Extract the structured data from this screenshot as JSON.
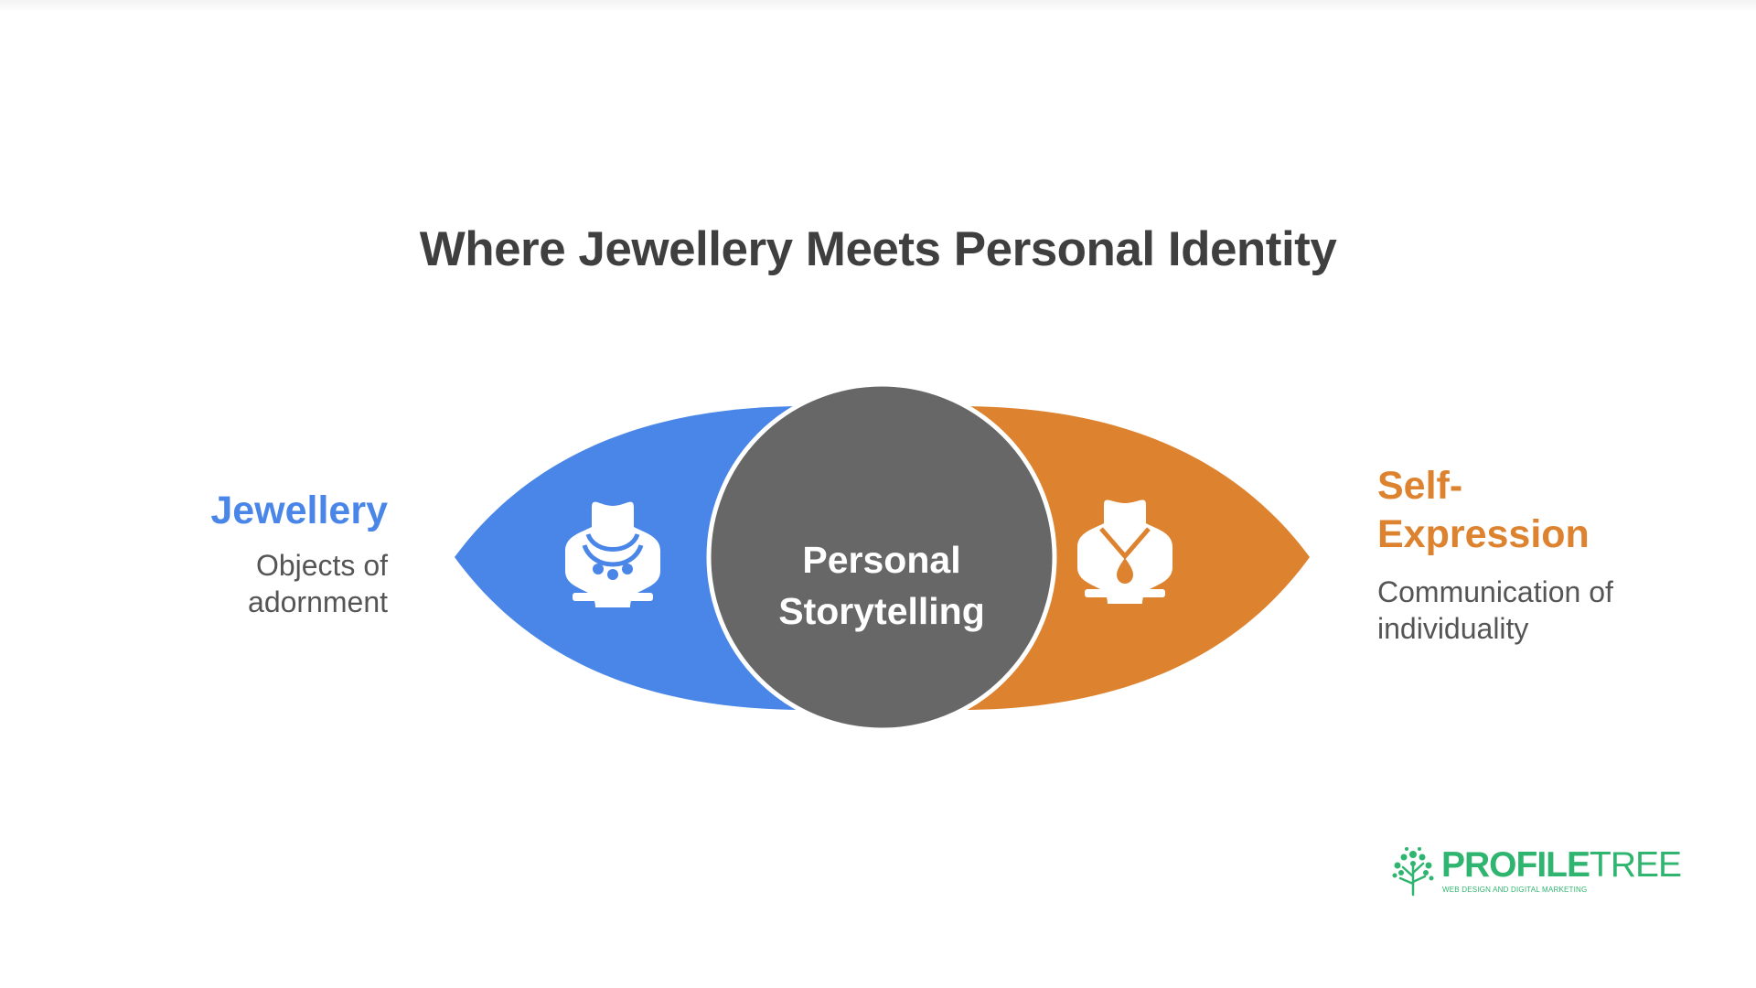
{
  "title": "Where Jewellery Meets Personal Identity",
  "left": {
    "heading": "Jewellery",
    "description": "Objects of adornment",
    "color": "#4a86e8",
    "icon": "necklace-bust-icon"
  },
  "center": {
    "line1": "Personal",
    "line2": "Storytelling",
    "color": "#676767"
  },
  "right": {
    "heading": "Self-Expression",
    "description": "Communication of individuality",
    "color": "#dd8330",
    "icon": "pendant-bust-icon"
  },
  "logo": {
    "name_bold": "PROFILE",
    "name_thin": "TREE",
    "tagline": "WEB DESIGN AND DIGITAL MARKETING",
    "color": "#2fb56f",
    "icon": "tree-icon"
  }
}
